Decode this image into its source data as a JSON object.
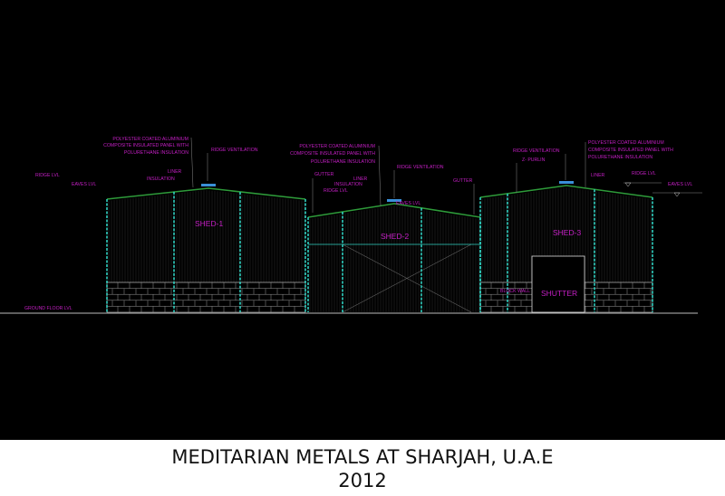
{
  "drawing": {
    "sheds": [
      "SHED-1",
      "SHED-2",
      "SHED-3"
    ],
    "labels": {
      "panel_1": [
        "POLYESTER COATED ALUMINIUM",
        "COMPOSITE INSULATED PANEL WITH",
        "POLURETHANE INSULATION"
      ],
      "panel_2": [
        "POLYESTER COATED ALUMINIUM",
        "COMPOSITE INSULATED PANEL WITH",
        "POLURETHANE INSULATION"
      ],
      "panel_3": [
        "POLYESTER COATED ALUMINIUM",
        "COMPOSITE INSULATED PANEL WITH",
        "POLURETHANE INSULATION"
      ],
      "ridge_ventilation": "RIDGE VENTILATION",
      "liner": "LINER",
      "insulation": "INSULATION",
      "ridge_lvl": "RIDGE LVL",
      "eaves_lvl": "EAVES LVL",
      "gutter": "GUTTER",
      "z_purlin": "Z- PURLIN",
      "ground_floor_lvl": "GROUND FLOOR LVL",
      "block_wall": "BLOCK WALL",
      "shutter": "SHUTTER"
    },
    "colors": {
      "annotation": "#c51fc5",
      "structure": "#2fd0c0",
      "roof": "#2e9b3a",
      "background": "#000000"
    }
  },
  "caption": {
    "title": "MEDITARIAN METALS AT SHARJAH, U.A.E",
    "year": "2012"
  }
}
